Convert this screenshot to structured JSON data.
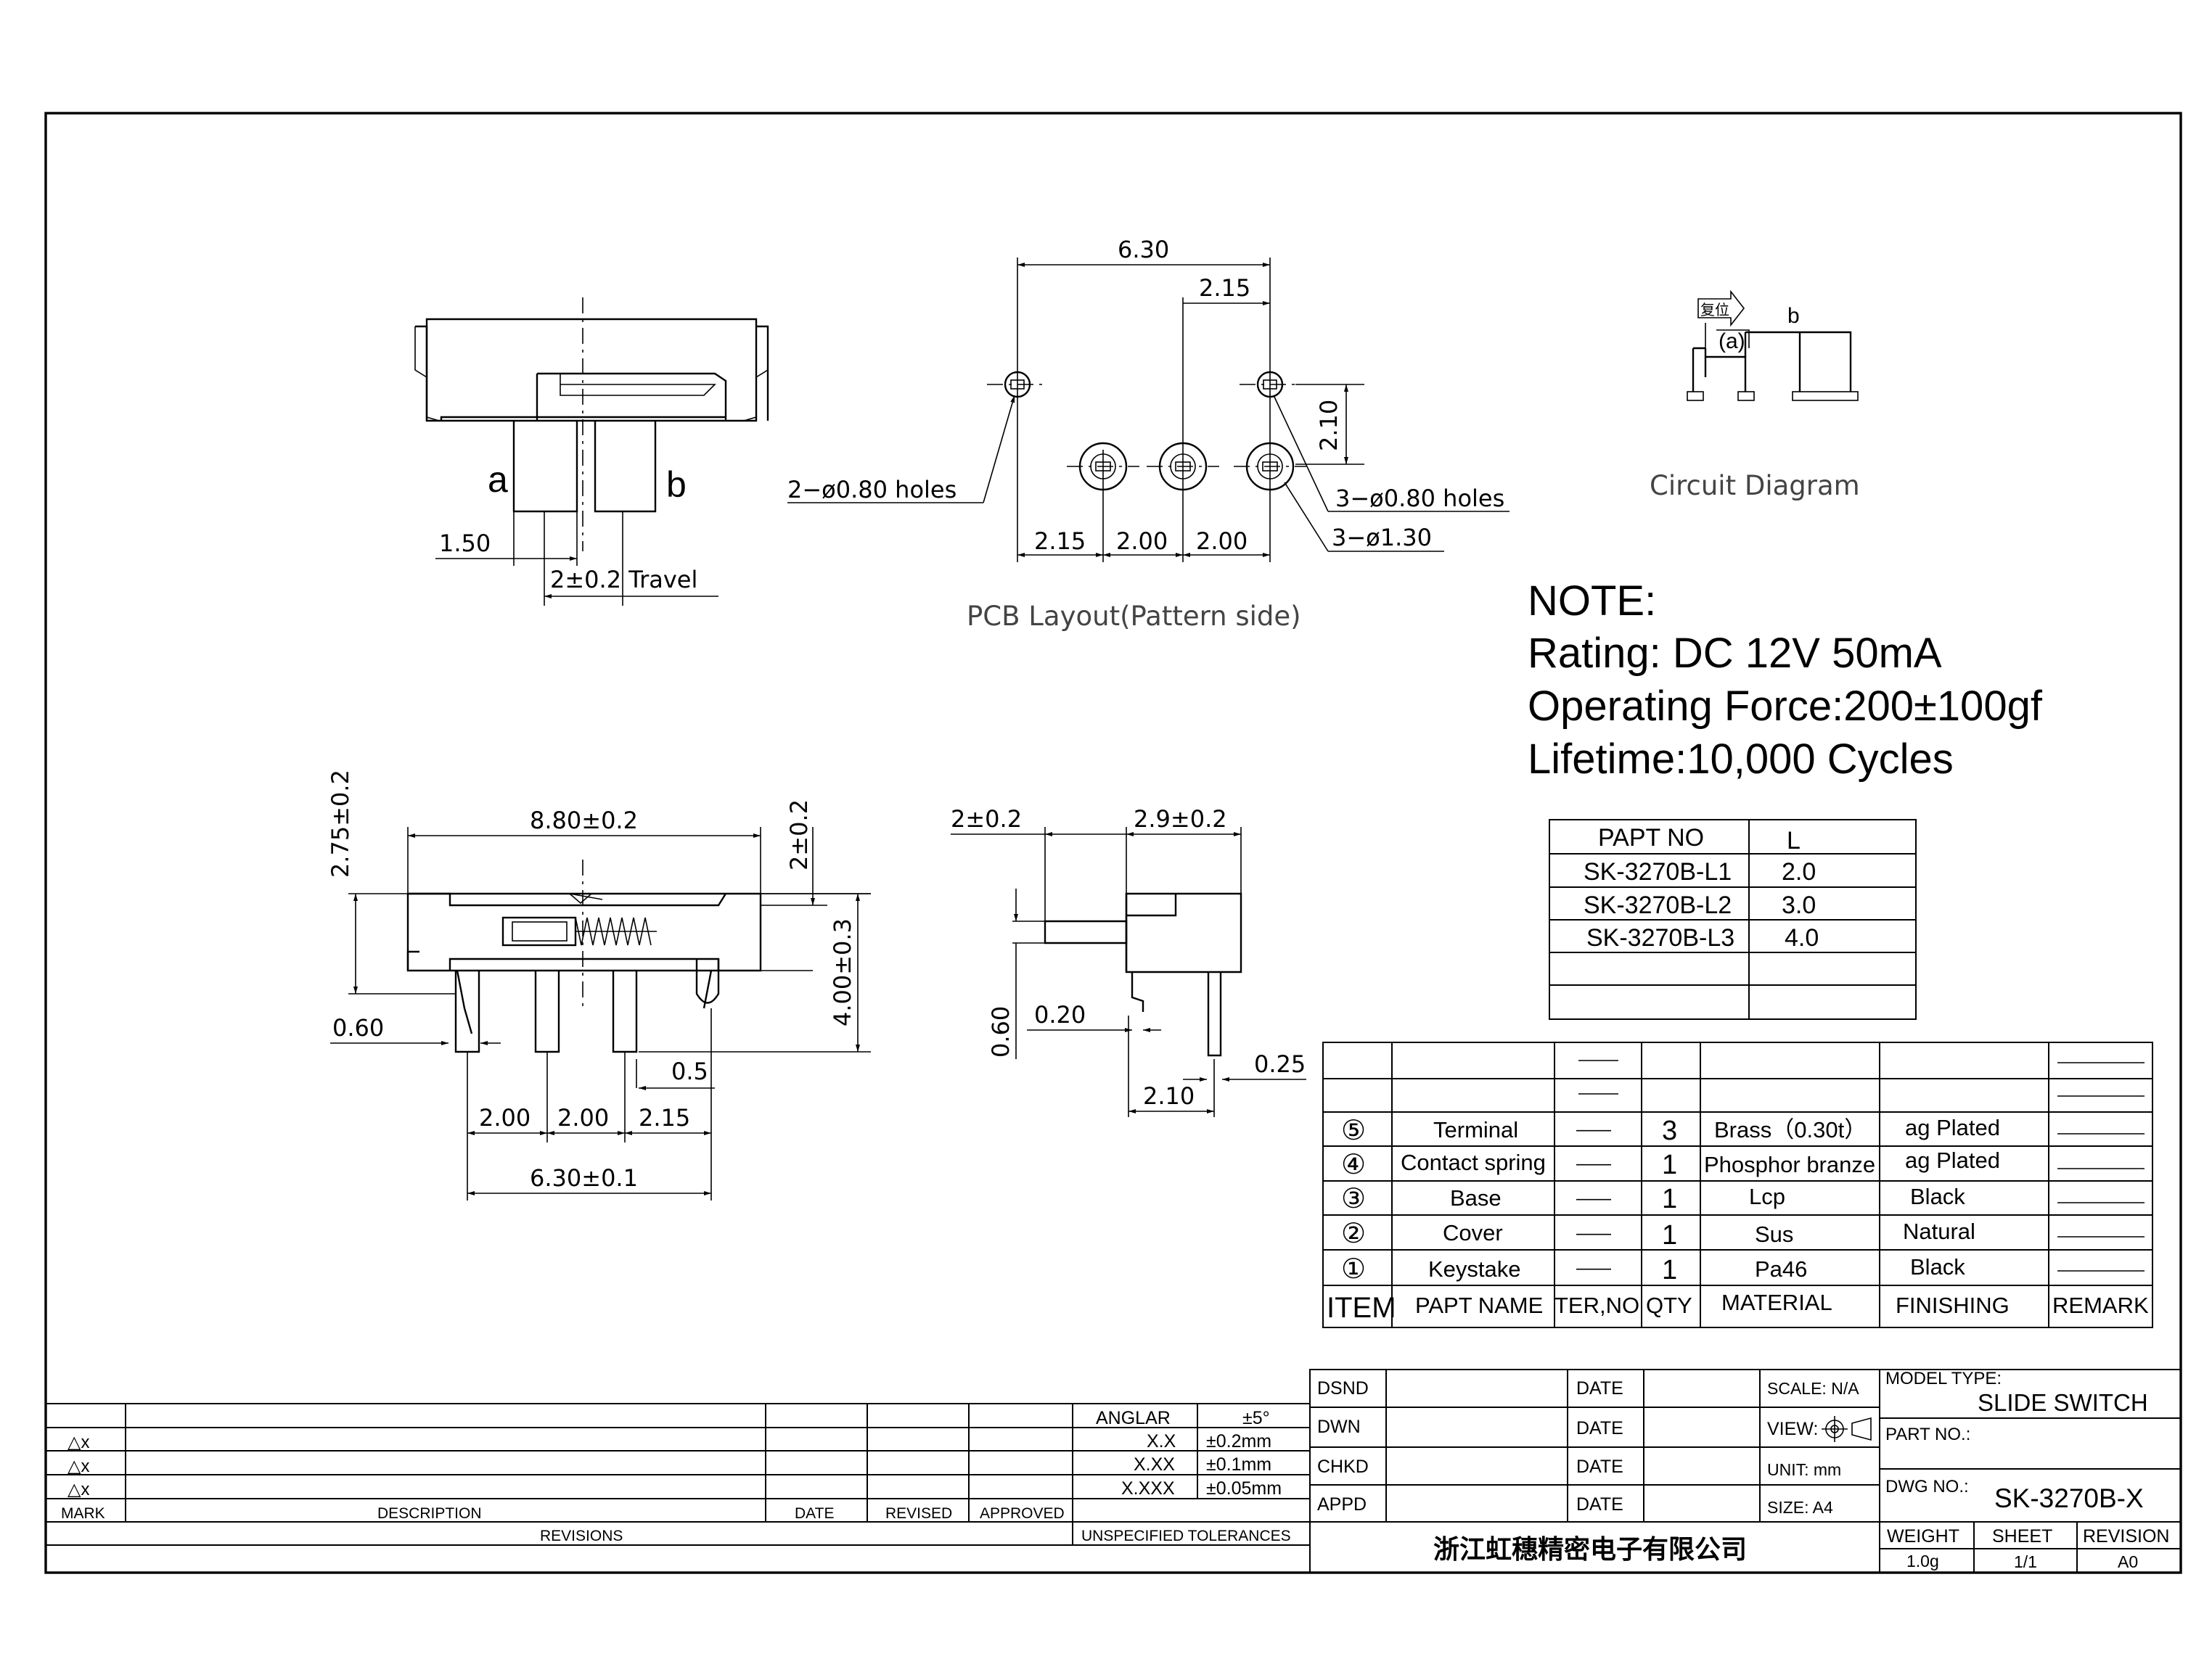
{
  "top_view": {
    "label_a": "a",
    "label_b": "b",
    "dim_pin": "1.50",
    "dim_travel": "2±0.2 Travel"
  },
  "pcb": {
    "dim_total": "6.30",
    "dim_right": "2.15",
    "dim_vert": "2.10",
    "dim_b1": "2.15",
    "dim_b2": "2.00",
    "dim_b3": "2.00",
    "note_holes_left": "2−ø0.80 holes",
    "note_holes_right": "3−ø0.80 holes",
    "note_pad": "3−ø1.30",
    "caption": "PCB Layout(Pattern side)"
  },
  "circuit": {
    "label_b": "b",
    "label_a": "(a)",
    "box_text": "复位",
    "caption": "Circuit Diagram"
  },
  "note": {
    "title": "NOTE:",
    "rating": "Rating: DC 12V  50mA",
    "force": "Operating Force:200±100gf",
    "lifetime": "Lifetime:10,000 Cycles"
  },
  "part_table": {
    "headers": [
      "PAPT NO",
      "L"
    ],
    "rows": [
      [
        "SK-3270B-L1",
        "2.0"
      ],
      [
        "SK-3270B-L2",
        "3.0"
      ],
      [
        "SK-3270B-L3",
        "4.0"
      ]
    ]
  },
  "front_view": {
    "dim_height": "2.75±0.2",
    "dim_width": "8.80±0.2",
    "dim_top": "2±0.2",
    "dim_total_h": "4.00±0.3",
    "dim_060": "0.60",
    "dim_05": "0.5",
    "dim_a": "2.00",
    "dim_b": "2.00",
    "dim_c": "2.15",
    "dim_total": "6.30±0.1"
  },
  "side_view": {
    "dim_left": "2±0.2",
    "dim_right": "2.9±0.2",
    "dim_020": "0.20",
    "dim_060": "0.60",
    "dim_025": "0.25",
    "dim_210": "2.10"
  },
  "bom": {
    "dash": "——",
    "rows": [
      {
        "item": "⑤",
        "name": "Terminal",
        "qty": "3",
        "material": "Brass（0.30t）",
        "finish": "ag Plated"
      },
      {
        "item": "④",
        "name": "Contact spring",
        "qty": "1",
        "material": "Phosphor branze",
        "finish": "ag Plated"
      },
      {
        "item": "③",
        "name": "Base",
        "qty": "1",
        "material": "Lcp",
        "finish": "Black"
      },
      {
        "item": "②",
        "name": "Cover",
        "qty": "1",
        "material": "Sus",
        "finish": "Natural"
      },
      {
        "item": "①",
        "name": "Keystake",
        "qty": "1",
        "material": "Pa46",
        "finish": "Black"
      }
    ],
    "header": {
      "item": "ITEM",
      "name": "PAPT NAME",
      "ter": "TER,NO",
      "qty": "QTY",
      "material": "MATERIAL",
      "finish": "FINISHING",
      "remark": "REMARK"
    }
  },
  "revisions": {
    "mark_rows": [
      "△x",
      "△x",
      "△x"
    ],
    "col_mark": "MARK",
    "col_desc": "DESCRIPTION",
    "col_date": "DATE",
    "col_revised": "REVISED",
    "col_approved": "APPROVED",
    "footer": "REVISIONS"
  },
  "tolerances": {
    "rows": [
      [
        "ANGLAR",
        "±5°"
      ],
      [
        "X.X",
        "±0.2mm"
      ],
      [
        "X.XX",
        "±0.1mm"
      ],
      [
        "X.XXX",
        "±0.05mm"
      ]
    ],
    "footer": "UNSPECIFIED TOLERANCES"
  },
  "title_block": {
    "dsnd": "DSND",
    "dwn": "DWN",
    "chkd": "CHKD",
    "appd": "APPD",
    "date": "DATE",
    "scale": "SCALE: N/A",
    "view": "VIEW:",
    "unit": "UNIT: mm",
    "size": "SIZE: A4",
    "model_type_label": "MODEL TYPE:",
    "model_type": "SLIDE SWITCH",
    "part_no_label": "PART NO.:",
    "dwg_no_label": "DWG NO.:",
    "dwg_no": "SK-3270B-X",
    "company": "浙江虹穗精密电子有限公司",
    "weight_label": "WEIGHT",
    "weight": "1.0g",
    "sheet_label": "SHEET",
    "sheet": "1/1",
    "revision_label": "REVISION",
    "revision": "A0"
  }
}
